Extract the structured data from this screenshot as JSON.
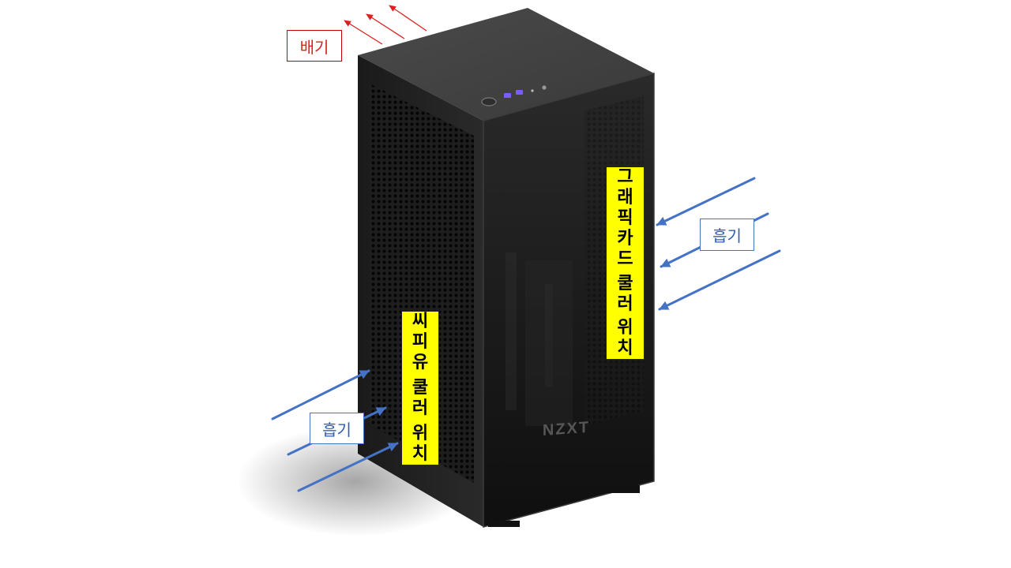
{
  "labels": {
    "exhaust": "배기",
    "intake_gpu": "흡기",
    "intake_cpu": "흡기",
    "gpu_cooler": "그래픽카드 쿨러 위치",
    "cpu_cooler": "씨피유 쿨러 위치"
  },
  "case": {
    "brand": "NZXT"
  },
  "colors": {
    "exhaust": "#e02020",
    "intake": "#4472c4",
    "label_highlight": "#ffff00"
  }
}
